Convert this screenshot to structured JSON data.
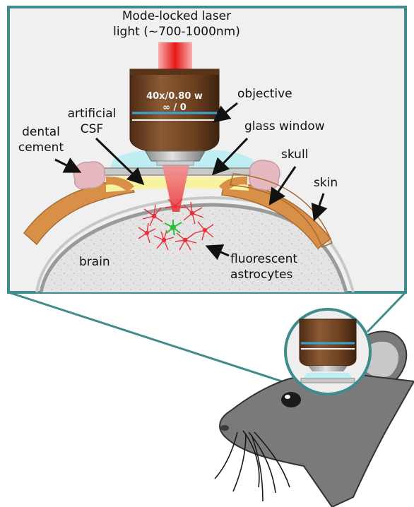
{
  "labels": {
    "laser_line1": "Mode-locked laser",
    "laser_line2": "light (~700-1000nm)",
    "objective_spec": "40x/0.80 w",
    "objective_sub": "∞ / 0",
    "objective": "objective",
    "artificial_csf_line1": "artificial",
    "artificial_csf_line2": "CSF",
    "glass_window": "glass window",
    "dental_cement_line1": "dental",
    "dental_cement_line2": "cement",
    "skull": "skull",
    "skin": "skin",
    "brain": "brain",
    "astrocytes_line1": "fluorescent",
    "astrocytes_line2": "astrocytes"
  },
  "colors": {
    "frame": "#3e8c8c",
    "laser_red": "#ee2a2a",
    "objective_brown": "#7a4a26",
    "skull_orange": "#d89048",
    "csf_yellow": "#f8f3a0",
    "glass_blue": "#bfeef2",
    "cement_pink": "#e6b8bf",
    "astrocyte_red": "#e8313c",
    "astrocyte_green": "#2fbf3a",
    "mouse_gray": "#7a7a7a",
    "brain_gray": "#e2e2e2"
  }
}
